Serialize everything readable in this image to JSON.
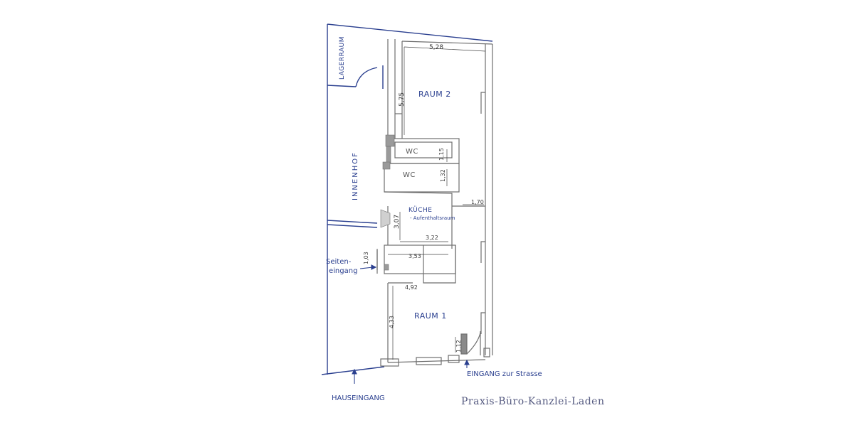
{
  "plan": {
    "rooms": {
      "lagerraum": "LAGERRAUM",
      "raum2": "RAUM 2",
      "wc1": "WC",
      "wc2": "WC",
      "innenhof": "INNENHOF",
      "kueche": "KÜCHE",
      "kueche_sub": "- Aufenthaltsraum",
      "raum1": "RAUM 1"
    },
    "dimensions": {
      "raum2_width": "5,28",
      "raum2_depth": "5,75",
      "wc1": "1,15",
      "wc2": "1,32",
      "corridor": "1,70",
      "kueche_depth": "3,07",
      "kueche_width": "3,22",
      "corridor_width": "3,53",
      "seiteneingang_door": "1,03",
      "raum1_width": "4,92",
      "raum1_depth": "4,33",
      "entrance_door": "1,12"
    },
    "annotations": {
      "seiteneingang_line1": "Seiten-",
      "seiteneingang_line2": "eingang",
      "eingang_strasse": "EINGANG zur Strasse",
      "hauseingang": "HAUSEINGANG"
    },
    "title": "Praxis-Büro-Kanzlei-Laden",
    "colors": {
      "ink_blue": "#2a3f8f",
      "wall_gray": "#6e6e6e"
    }
  }
}
